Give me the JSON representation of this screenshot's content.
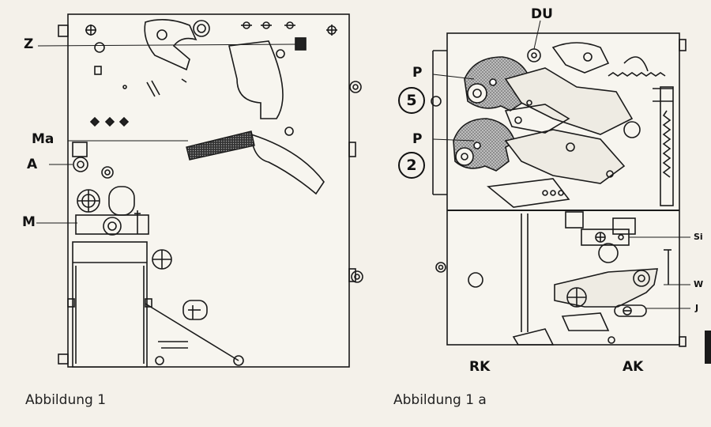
{
  "figure_left": {
    "caption": "Abbildung 1",
    "labels": {
      "z": "Z",
      "ma": "Ma",
      "a": "A",
      "m": "M"
    }
  },
  "figure_right": {
    "caption": "Abbildung 1 a",
    "labels": {
      "du": "DU",
      "p_upper": "P",
      "p_lower": "P",
      "circle_5": "5",
      "circle_2": "2",
      "rk": "RK",
      "ak": "AK",
      "si": "Si",
      "w": "W",
      "j": "J"
    }
  },
  "colors": {
    "paper": "#f4f1ea",
    "ink": "#1a1a1a",
    "shade": "#6b6b6b"
  }
}
